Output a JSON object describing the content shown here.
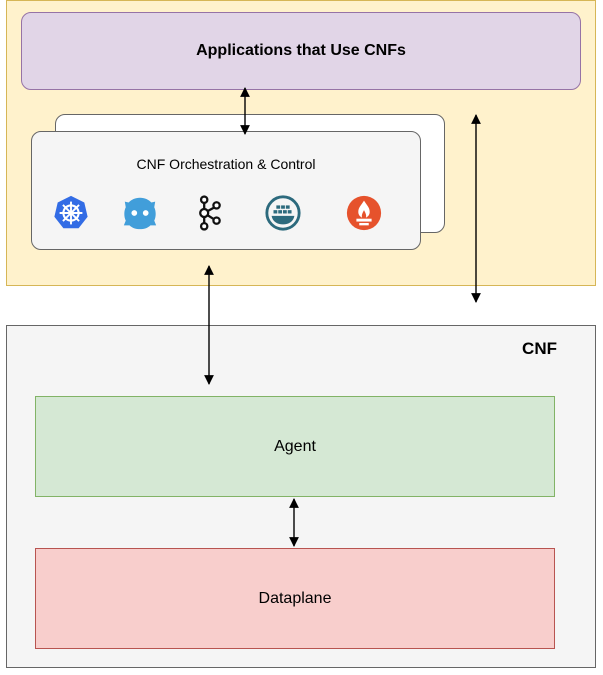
{
  "apps": {
    "label": "Applications that Use CNFs"
  },
  "orchestration": {
    "label": "CNF Orchestration & Control",
    "icons": [
      "kubernetes-icon",
      "etcd-icon",
      "kafka-icon",
      "docker-registry-icon",
      "prometheus-icon"
    ]
  },
  "cnf": {
    "label": "CNF"
  },
  "agent": {
    "label": "Agent"
  },
  "dataplane": {
    "label": "Dataplane"
  },
  "colors": {
    "apps_region_fill": "#fff2cc",
    "apps_box_fill": "#e1d5e7",
    "orchestration_fill": "#f5f5f5",
    "cnf_region_fill": "#f5f5f5",
    "agent_fill": "#d5e8d4",
    "dataplane_fill": "#f8cecc",
    "kubernetes": "#326ce5",
    "etcd": "#419eda",
    "docker_registry": "#2c6a7d",
    "prometheus": "#e6522c"
  }
}
